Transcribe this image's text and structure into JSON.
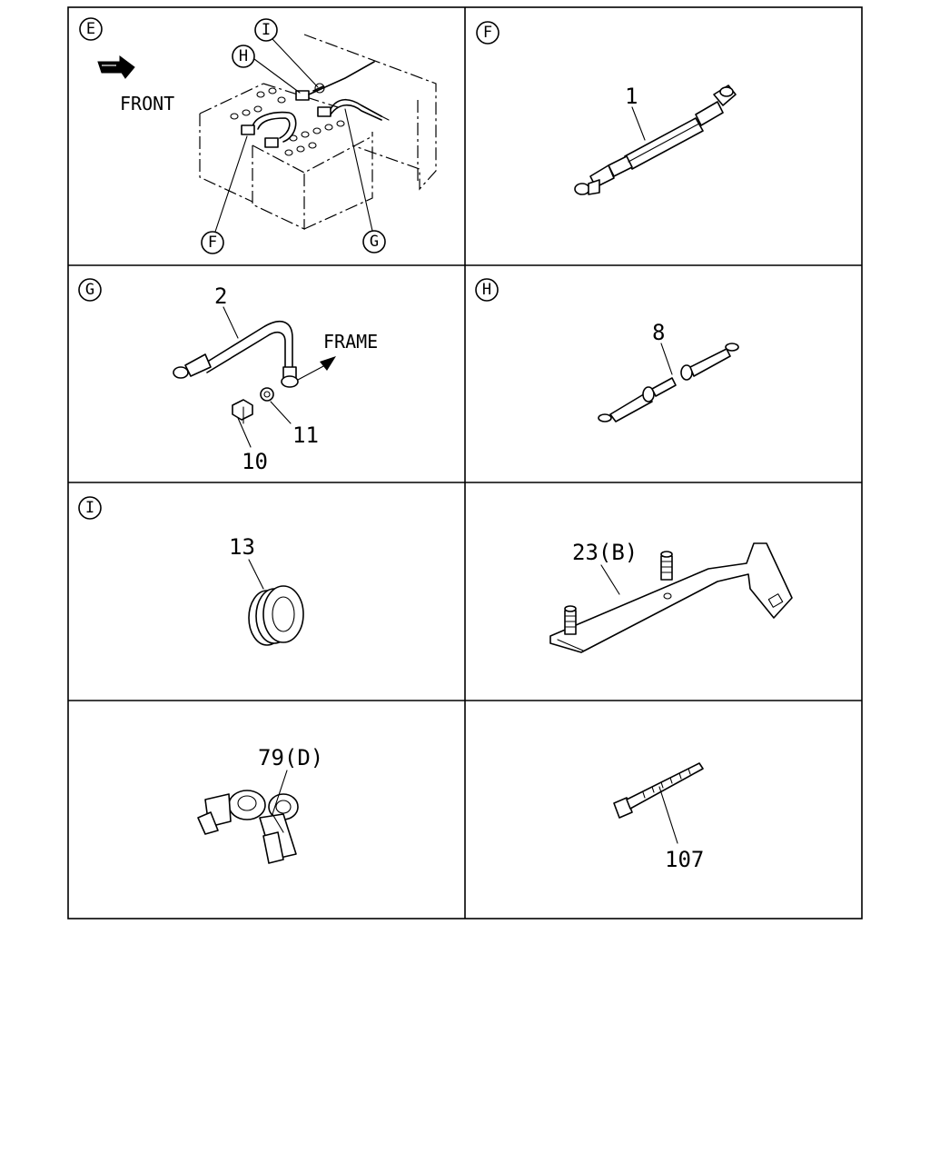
{
  "panels": {
    "E": {
      "badge": "E",
      "front_label": "FRONT",
      "callouts": [
        "I",
        "H",
        "F",
        "G"
      ]
    },
    "F": {
      "badge": "F",
      "part": "1"
    },
    "G": {
      "badge": "G",
      "part": "2",
      "frame_label": "FRAME",
      "bolt": "10",
      "washer": "11"
    },
    "H": {
      "badge": "H",
      "part": "8"
    },
    "I": {
      "badge": "I",
      "part": "13"
    },
    "bracket": {
      "part": "23(B)"
    },
    "clip": {
      "part": "79(D)"
    },
    "band": {
      "part": "107"
    }
  }
}
